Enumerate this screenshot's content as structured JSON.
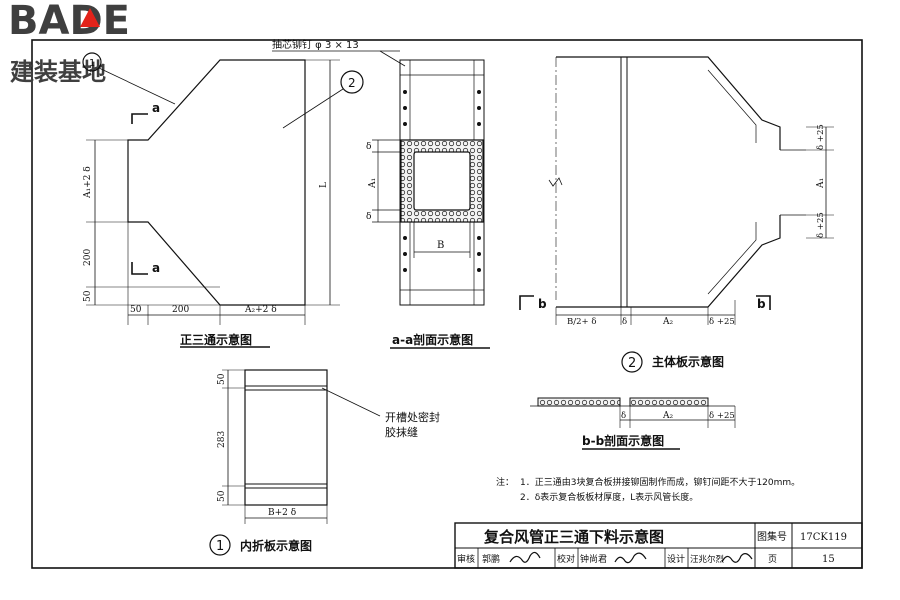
{
  "logo": {
    "brand": "BADE",
    "slogan": "建装基地",
    "colors": {
      "dark": "#3f3f3f",
      "accent": "#e2231a"
    }
  },
  "drawing": {
    "tee_view": {
      "callout_1": "1",
      "callout_2": "2",
      "section_mark": "a",
      "dim_a1": "A₁+2 δ",
      "dim_200_v": "200",
      "dim_50_v": "50",
      "dim_50_h": "50",
      "dim_200_h": "200",
      "dim_a2": "A₂+2 δ",
      "dim_L": "L",
      "caption": "正三通示意图"
    },
    "rivet_label": "抽芯铆钉 φ 3 × 13",
    "section_aa": {
      "delta_top": "δ",
      "a1": "A₁",
      "delta_bot": "δ",
      "b": "B",
      "caption": "a-a剖面示意图"
    },
    "main_panel": {
      "section_mark": "b",
      "dim_b_half": "B/2+ δ",
      "dim_delta": "δ",
      "dim_a2": "A₂",
      "dim_delta_25_h": "δ +25",
      "dim_delta_25_top": "δ +25",
      "dim_a1": "A₁",
      "dim_delta_25_bot": "δ +25",
      "callout": "2",
      "caption": "主体板示意图"
    },
    "section_bb": {
      "dim_delta": "δ",
      "dim_a2": "A₂",
      "dim_delta_25": "δ +25",
      "caption": "b-b剖面示意图"
    },
    "inner_panel": {
      "dim_50_top": "50",
      "dim_283": "283",
      "dim_50_bot": "50",
      "dim_b": "B+2 δ",
      "callout": "1",
      "caption": "内折板示意图",
      "seal_line1": "开槽处密封",
      "seal_line2": "胶抹缝"
    },
    "notes": {
      "label": "注：",
      "line1": "1．正三通由3块复合板拼接铆固制作而成，铆钉间距不大于120mm。",
      "line2": "2．δ表示复合板板材厚度，L表示风管长度。"
    }
  },
  "title_block": {
    "title": "复合风管正三通下料示意图",
    "atlas_label": "图集号",
    "atlas_no": "17CK119",
    "review_label": "审核",
    "reviewer": "郭鹏",
    "check_label": "校对",
    "checker": "钟尚君",
    "design_label": "设计",
    "designer": "汪兆尔烈",
    "page_label": "页",
    "page_no": "15"
  }
}
